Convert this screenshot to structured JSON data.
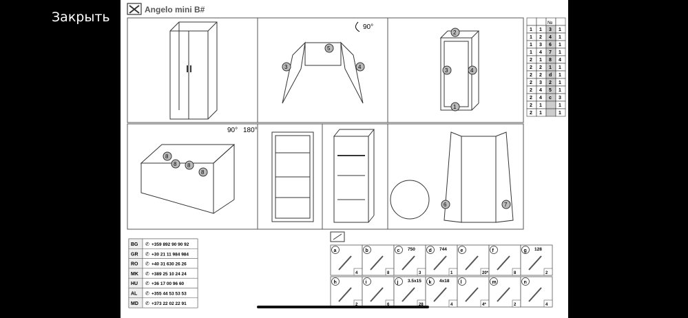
{
  "viewer": {
    "close_label": "Закрыть"
  },
  "header": {
    "title": "Angelo mini B#"
  },
  "angles": {
    "a1": "90°",
    "a2": "90°",
    "a3": "180°"
  },
  "parts_table": {
    "columns": [
      "box-icon",
      "layers-icon",
      "№",
      "qty-icon"
    ],
    "header_no": "№",
    "rows": [
      [
        "1",
        "1",
        "3",
        "1"
      ],
      [
        "1",
        "2",
        "4",
        "1"
      ],
      [
        "1",
        "3",
        "6",
        "1"
      ],
      [
        "1",
        "4",
        "7",
        "1"
      ],
      [
        "2",
        "1",
        "8",
        "4"
      ],
      [
        "2",
        "2",
        "1",
        "1"
      ],
      [
        "2",
        "2",
        "d",
        "1"
      ],
      [
        "2",
        "3",
        "2",
        "1"
      ],
      [
        "2",
        "4",
        "5",
        "1"
      ],
      [
        "2",
        "4",
        "c",
        "3"
      ],
      [
        "2",
        "1",
        "",
        "1"
      ],
      [
        "2",
        "1",
        "",
        "1"
      ]
    ]
  },
  "contacts": [
    {
      "country": "BG",
      "phone": "+359 892 90 90 92"
    },
    {
      "country": "GR",
      "phone": "+30 21 11 984 984"
    },
    {
      "country": "RO",
      "phone": "+40 31 630 26 26"
    },
    {
      "country": "MK",
      "phone": "+389 25 10 24 24"
    },
    {
      "country": "HU",
      "phone": "+36 17 00 96 60"
    },
    {
      "country": "AL",
      "phone": "+355 44 53 53 53"
    },
    {
      "country": "MD",
      "phone": "+373 22 02 22 91"
    }
  ],
  "hardware": {
    "row1": [
      {
        "letter": "a",
        "spec": "",
        "qty": "4"
      },
      {
        "letter": "b",
        "spec": "",
        "qty": "8"
      },
      {
        "letter": "c",
        "spec": "750",
        "qty": "3"
      },
      {
        "letter": "d",
        "spec": "744",
        "qty": "1"
      },
      {
        "letter": "e",
        "spec": "",
        "qty": "20*"
      },
      {
        "letter": "f",
        "spec": "",
        "qty": "8"
      },
      {
        "letter": "g",
        "spec": "128",
        "qty": "2"
      }
    ],
    "row2": [
      {
        "letter": "h",
        "spec": "",
        "qty": "2"
      },
      {
        "letter": "i",
        "spec": "",
        "qty": "6"
      },
      {
        "letter": "j",
        "spec": "3.5x15",
        "qty": "28"
      },
      {
        "letter": "k",
        "spec": "4x18",
        "qty": "4"
      },
      {
        "letter": "l",
        "spec": "",
        "qty": "4*"
      },
      {
        "letter": "m",
        "spec": "",
        "qty": "2"
      },
      {
        "letter": "n",
        "spec": "",
        "qty": "4"
      }
    ]
  }
}
